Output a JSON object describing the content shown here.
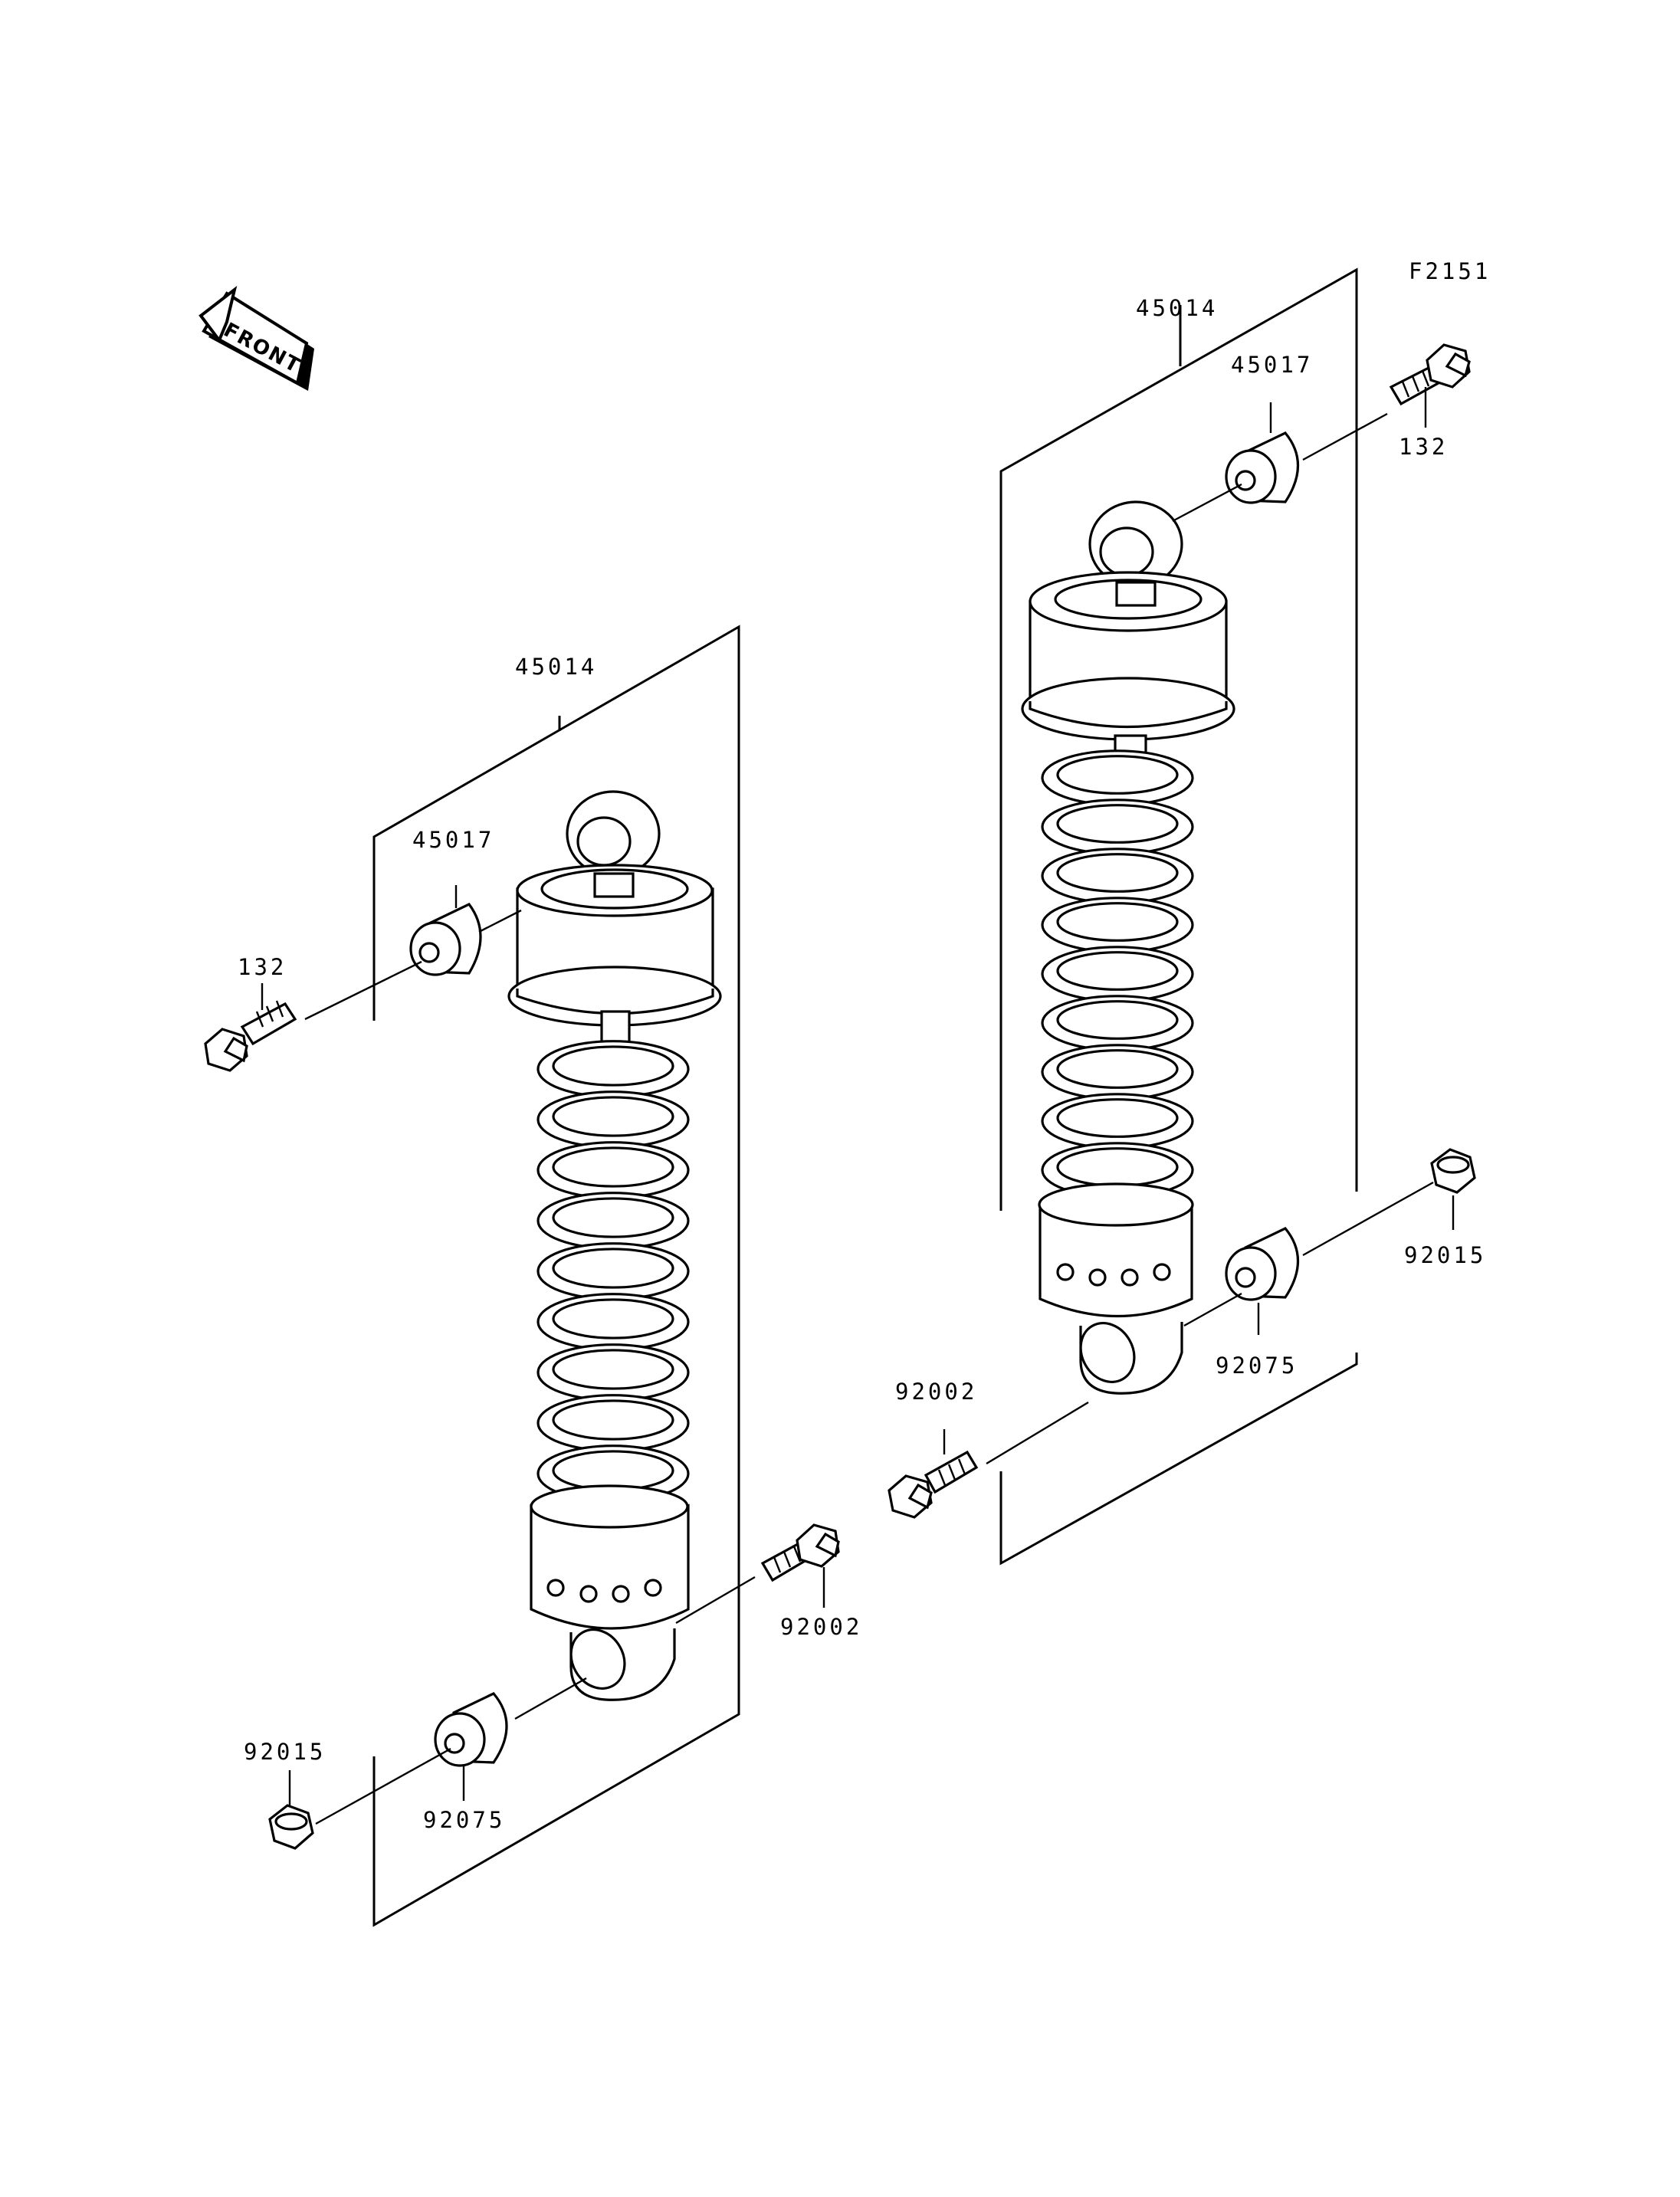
{
  "figure_code": "F2151",
  "front_label": "FRONT",
  "colors": {
    "line": "#000000",
    "background": "#ffffff"
  },
  "labels": {
    "left": {
      "shock_absorber": "45014",
      "bushing": "45017",
      "upper_bolt": "132",
      "lower_bolt": "92002",
      "lower_nut": "92015",
      "lower_collar": "92075"
    },
    "right": {
      "shock_absorber": "45014",
      "bushing": "45017",
      "upper_bolt": "132",
      "lower_bolt": "92002",
      "lower_nut": "92015",
      "lower_collar": "92075"
    }
  }
}
